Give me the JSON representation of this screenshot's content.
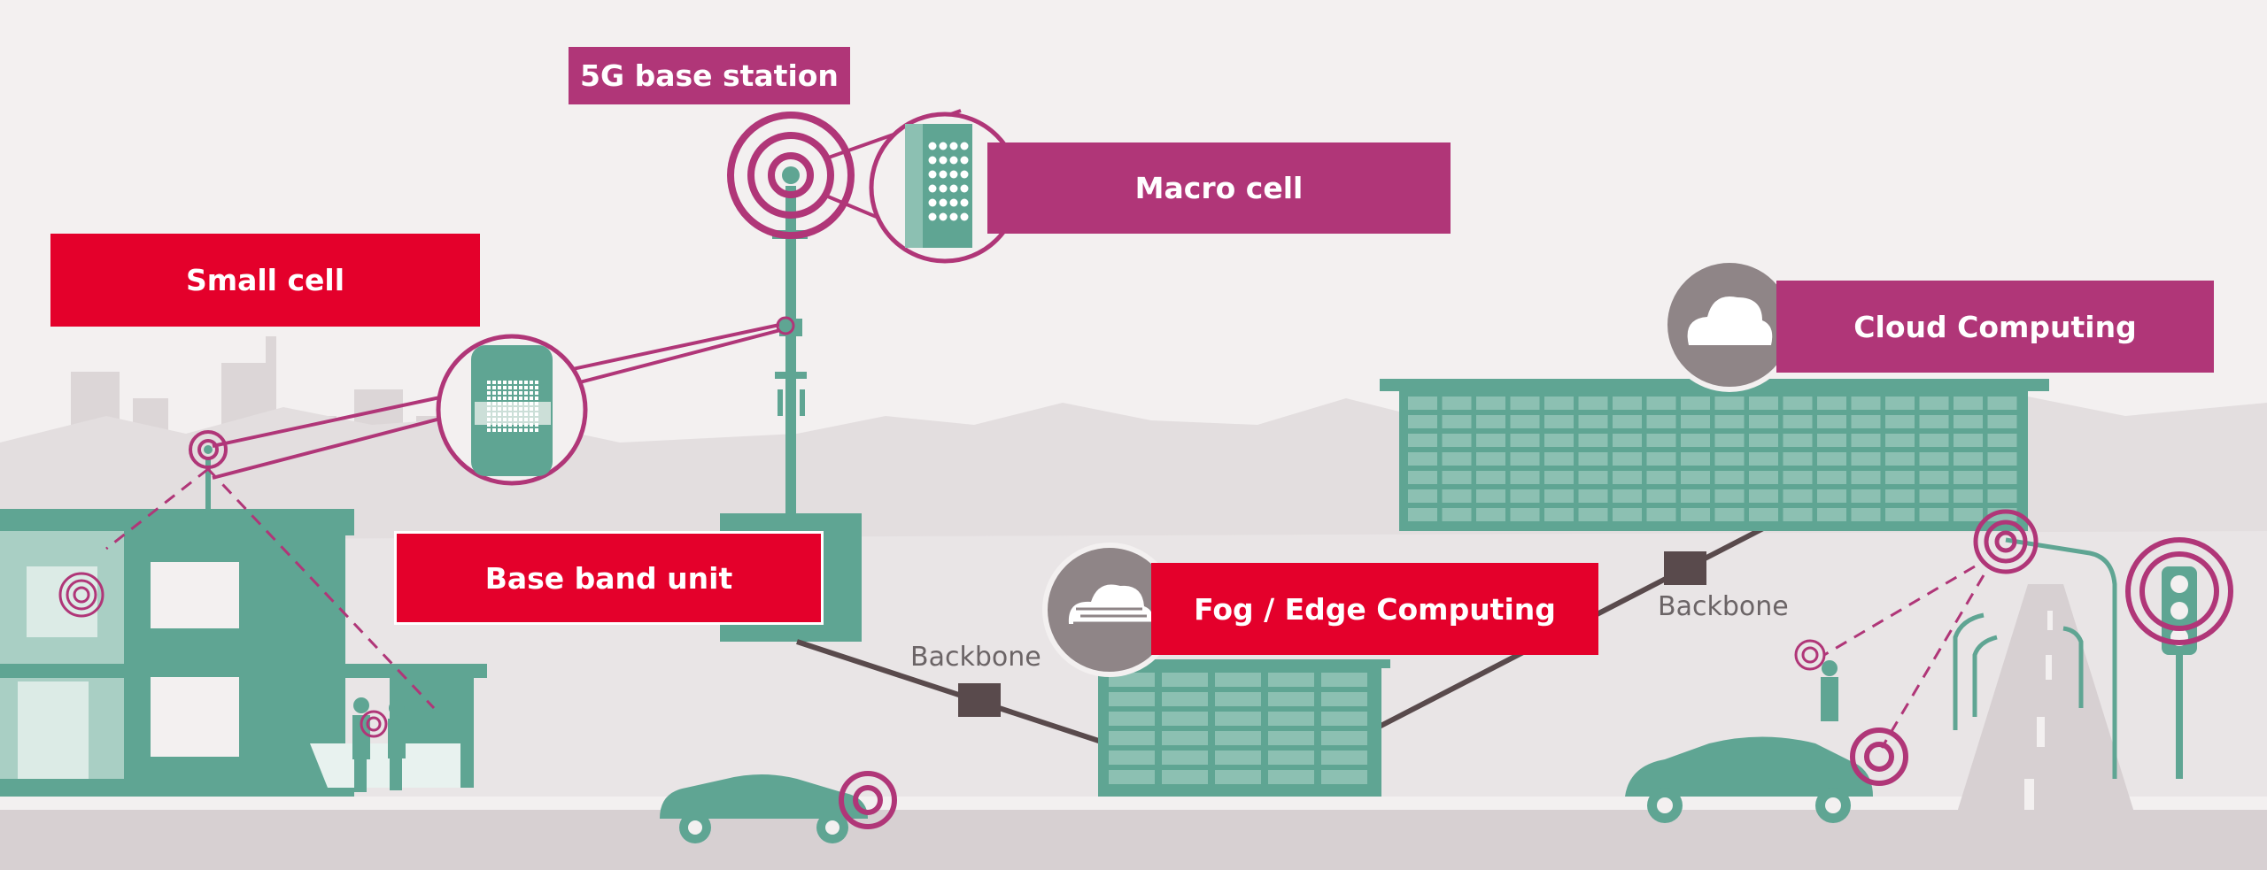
{
  "labels": {
    "base_station": "5G base station",
    "macro_cell": "Macro cell",
    "small_cell": "Small cell",
    "cloud_computing": "Cloud Computing",
    "base_band_unit": "Base band unit",
    "fog_edge": "Fog / Edge Computing",
    "backbone_left": "Backbone",
    "backbone_right": "Backbone"
  },
  "colors": {
    "background": "#f3f0f0",
    "teal": "#5fa593",
    "magenta": "#b03678",
    "red": "#e4002b",
    "backbone_line": "#594a4c",
    "ground": "#d7d0d2"
  },
  "icons": [
    "antenna-array-icon",
    "cloud-icon",
    "fog-icon",
    "signal-waves-icon",
    "traffic-light-icon",
    "car-icon",
    "person-icon"
  ]
}
